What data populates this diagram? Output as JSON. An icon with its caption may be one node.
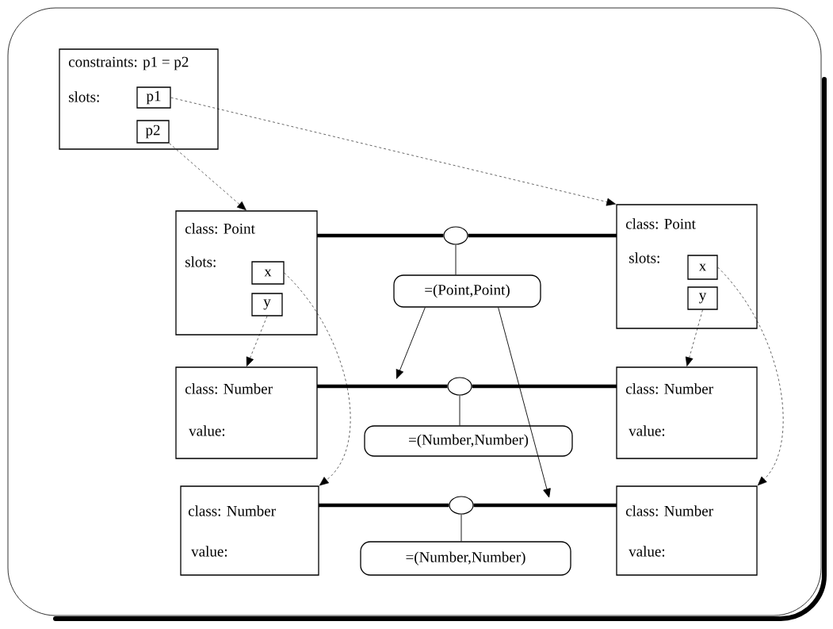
{
  "diagram": {
    "nodes": [
      {
        "text": [
          "constraints: p1 = p2",
          "slots:"
        ]
      },
      {
        "text": [
          "p1"
        ],
        "in": 0
      },
      {
        "text": [
          "p2"
        ],
        "in": 0
      },
      {
        "text": [
          "class: Point",
          "slots:"
        ]
      },
      {
        "text": [
          "x"
        ],
        "in": 3
      },
      {
        "text": [
          "y"
        ],
        "in": 3
      },
      {
        "text": [
          "class: Point",
          "slots:"
        ]
      },
      {
        "text": [
          "x"
        ],
        "in": 6
      },
      {
        "text": [
          "y"
        ],
        "in": 6
      },
      {
        "text": [],
        "shape": "ellipse"
      },
      {
        "text": [
          "=(Point,Point)"
        ]
      },
      {
        "text": [
          "class: Number",
          "value:"
        ]
      },
      {
        "text": [],
        "shape": "ellipse"
      },
      {
        "text": [
          "class: Number",
          "value:"
        ]
      },
      {
        "text": [
          "=(Number,Number)"
        ]
      },
      {
        "text": [
          "class: Number",
          "value:"
        ]
      },
      {
        "text": [],
        "shape": "ellipse"
      },
      {
        "text": [
          "class: Number",
          "value:"
        ]
      },
      {
        "text": [
          "=(Number,Number)"
        ]
      }
    ],
    "edges": [
      {
        "from": 1,
        "to": 6,
        "arrow": "to",
        "style": "dashed"
      },
      {
        "from": 2,
        "to": 3,
        "arrow": "to",
        "style": "dashed"
      },
      {
        "from": 3,
        "to": 9,
        "arrow": "none",
        "style": "thick"
      },
      {
        "from": 9,
        "to": 6,
        "arrow": "none",
        "style": "thick"
      },
      {
        "from": 9,
        "to": 10,
        "arrow": "none"
      },
      {
        "from": 4,
        "to": 15,
        "arrow": "to",
        "style": "dashed"
      },
      {
        "from": 5,
        "to": 11,
        "arrow": "to",
        "style": "dashed"
      },
      {
        "from": 7,
        "to": 17,
        "arrow": "to",
        "style": "dashed"
      },
      {
        "from": 8,
        "to": 13,
        "arrow": "to",
        "style": "dashed"
      },
      {
        "from": 11,
        "to": 12,
        "arrow": "none",
        "style": "thick"
      },
      {
        "from": 12,
        "to": 13,
        "arrow": "none",
        "style": "thick"
      },
      {
        "from": 12,
        "to": 14,
        "arrow": "none"
      },
      {
        "from": 15,
        "to": 16,
        "arrow": "none",
        "style": "thick"
      },
      {
        "from": 16,
        "to": 17,
        "arrow": "none",
        "style": "thick"
      },
      {
        "from": 16,
        "to": 18,
        "arrow": "none"
      },
      {
        "from": 10,
        "to": null,
        "arrow": "to"
      },
      {
        "from": 10,
        "to": null,
        "arrow": "to"
      }
    ]
  }
}
